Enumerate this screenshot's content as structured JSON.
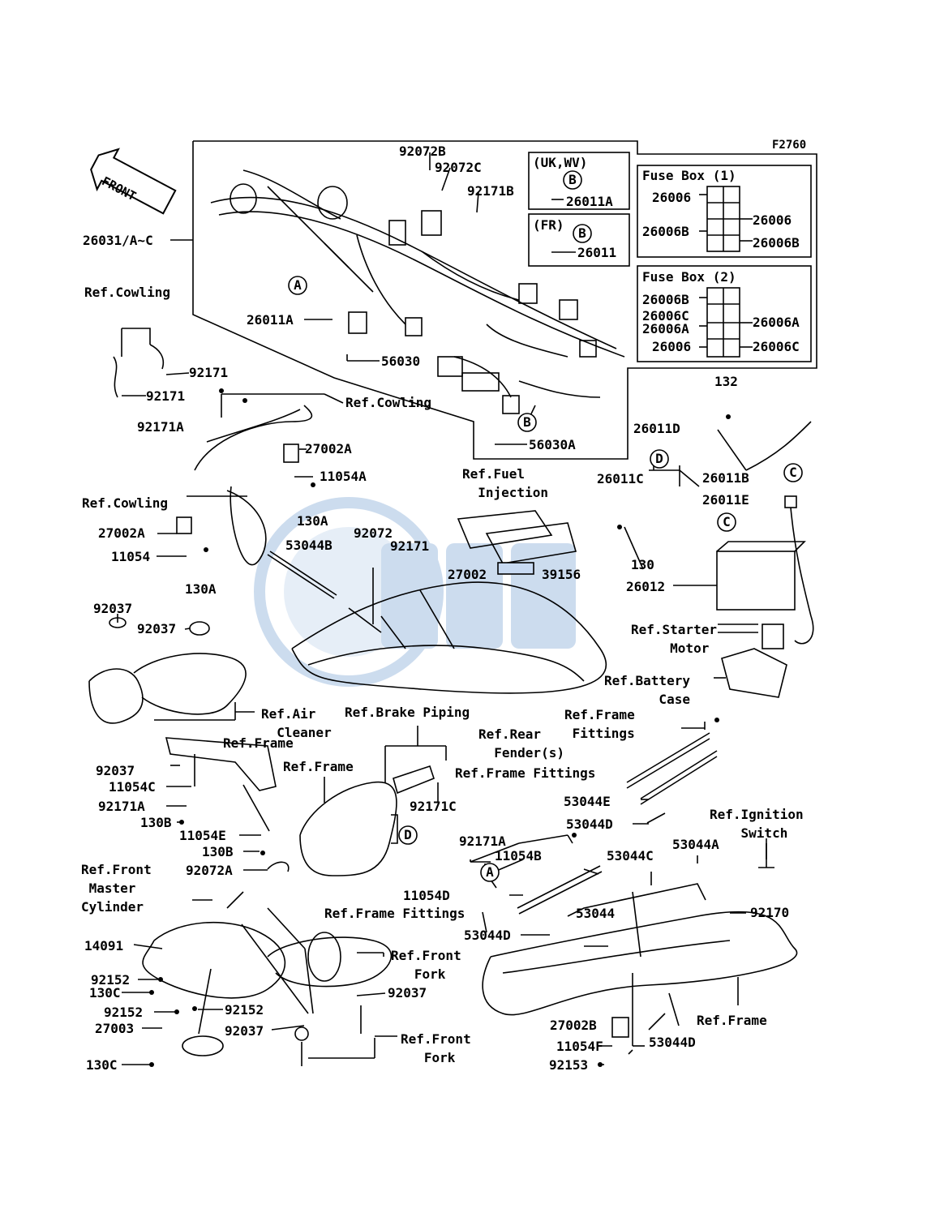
{
  "figure_code": "F2760",
  "front_arrow": "FRONT",
  "callouts": {
    "A": "A",
    "B": "B",
    "C": "C",
    "D": "D"
  },
  "variants": {
    "uk_wv": "(UK,WV)",
    "fr": "(FR)"
  },
  "fuse_box_1": {
    "title": "Fuse Box (1)",
    "p1": "26006",
    "p2": "26006B",
    "p3": "26006",
    "p4": "26006B"
  },
  "fuse_box_2": {
    "title": "Fuse Box (2)",
    "p1": "26006B",
    "p2": "26006C",
    "p3": "26006A",
    "p4": "26006A",
    "p5": "26006",
    "p6": "26006C"
  },
  "parts": {
    "p92072B": "92072B",
    "p92072C": "92072C",
    "p92171B": "92171B",
    "p26011A_a": "26011A",
    "p26011": "26011",
    "p26031": "26031/A~C",
    "p26011A_b": "26011A",
    "p56030": "56030",
    "p56030A": "56030A",
    "p92171_a": "92171",
    "p92171_b": "92171",
    "p92171A_a": "92171A",
    "p27002A_a": "27002A",
    "p11054A": "11054A",
    "p130A_a": "130A",
    "p27002A_b": "27002A",
    "p11054": "11054",
    "p130A_b": "130A",
    "p53044B": "53044B",
    "p92072": "92072",
    "p92171_c": "92171",
    "p27002": "27002",
    "p39156": "39156",
    "p26011D": "26011D",
    "p132": "132",
    "p26011C": "26011C",
    "p26011B": "26011B",
    "p26011E": "26011E",
    "p130": "130",
    "p26012": "26012",
    "p92037_a": "92037",
    "p92037_b": "92037",
    "p92037_c": "92037",
    "p11054C": "11054C",
    "p92171A_b": "92171A",
    "p130B_a": "130B",
    "p11054E": "11054E",
    "p130B_b": "130B",
    "p92072A": "92072A",
    "p92171C": "92171C",
    "p53044E": "53044E",
    "p53044D_a": "53044D",
    "p92171A_c": "92171A",
    "p11054B": "11054B",
    "p53044C": "53044C",
    "p53044A": "53044A",
    "p11054D": "11054D",
    "p53044": "53044",
    "p53044D_b": "53044D",
    "p92170": "92170",
    "p14091": "14091",
    "p92152_a": "92152",
    "p130C_a": "130C",
    "p92152_b": "92152",
    "p92152_c": "92152",
    "p27003": "27003",
    "p130C_b": "130C",
    "p92037_d": "92037",
    "p92037_e": "92037",
    "p27002B": "27002B",
    "p11054F": "11054F",
    "p92153": "92153",
    "p53044D_c": "53044D"
  },
  "refs": {
    "cowling_1": "Ref.Cowling",
    "cowling_2": "Ref.Cowling",
    "cowling_3": "Ref.Cowling",
    "fuel_injection": "Ref.Fuel\n  Injection",
    "starter_motor": "Ref.Starter\n     Motor",
    "battery_case": "Ref.Battery\n       Case",
    "air_cleaner": "Ref.Air\n  Cleaner",
    "brake_piping": "Ref.Brake Piping",
    "rear_fender": "Ref.Rear\n  Fender(s)",
    "frame_fittings_1": "Ref.Frame\n Fittings",
    "frame_1": "Ref.Frame",
    "frame_2": "Ref.Frame",
    "frame_fittings_2": "Ref.Frame Fittings",
    "ignition_switch": "Ref.Ignition\n    Switch",
    "front_master_cylinder": "Ref.Front\n Master\nCylinder",
    "frame_fittings_3": "Ref.Frame Fittings",
    "front_fork_1": "Ref.Front\n   Fork",
    "front_fork_2": "Ref.Front\n   Fork",
    "frame_3": "Ref.Frame"
  }
}
